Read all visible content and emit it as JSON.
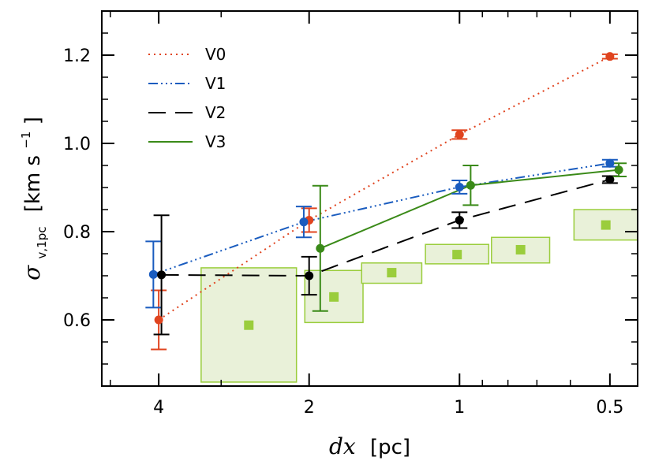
{
  "chart_data": {
    "type": "scatter",
    "x_scale": "log",
    "x_reversed": true,
    "xlabel": {
      "math": "dx",
      "unit": "[pc]"
    },
    "ylabel": {
      "symbol": "σ",
      "subscript": "v,1pc",
      "unit_open": "[km s",
      "unit_exp": "−1",
      "unit_close": "]"
    },
    "xlim": [
      5.2,
      0.44
    ],
    "ylim": [
      0.45,
      1.3
    ],
    "x_ticks": [
      4,
      2,
      1,
      0.5
    ],
    "x_tick_labels": [
      "4",
      "2",
      "1",
      "0.5"
    ],
    "y_ticks": [
      0.6,
      0.8,
      1.0,
      1.2
    ],
    "y_tick_labels": [
      "0.6",
      "0.8",
      "1.0",
      "1.2"
    ],
    "grid": false,
    "legend_position": "top-left",
    "series": [
      {
        "name": "V0",
        "color": "#e0441f",
        "dash": "2,5",
        "x": [
          4.0,
          2.0,
          1.0,
          0.5
        ],
        "y": [
          0.6,
          0.826,
          1.02,
          1.197
        ],
        "err": [
          0.067,
          0.027,
          0.01,
          0.005
        ]
      },
      {
        "name": "V1",
        "color": "#1a5cbf",
        "dash": "12,4,2,4,2,4,2,4",
        "x": [
          4.1,
          2.05,
          1.0,
          0.5
        ],
        "y": [
          0.703,
          0.822,
          0.901,
          0.955
        ],
        "err": [
          0.075,
          0.035,
          0.015,
          0.008
        ]
      },
      {
        "name": "V2",
        "color": "#000000",
        "dash": "22,12",
        "x": [
          3.95,
          2.0,
          1.0,
          0.5
        ],
        "y": [
          0.702,
          0.7,
          0.826,
          0.918
        ],
        "err": [
          0.135,
          0.043,
          0.018,
          0.008
        ]
      },
      {
        "name": "V3",
        "color": "#3a8a18",
        "dash": "",
        "x": [
          1.9,
          0.95,
          0.48
        ],
        "y": [
          0.762,
          0.905,
          0.94
        ],
        "err": [
          0.142,
          0.045,
          0.015
        ]
      }
    ],
    "boxes": {
      "color": "#9acd3c",
      "fill": "#e9f1d9",
      "items": [
        {
          "x0": 3.29,
          "x1": 2.12,
          "y0": 0.459,
          "y1": 0.718,
          "marker": 0.588
        },
        {
          "x0": 2.04,
          "x1": 1.56,
          "y0": 0.594,
          "y1": 0.712,
          "marker": 0.652
        },
        {
          "x0": 1.57,
          "x1": 1.19,
          "y0": 0.683,
          "y1": 0.729,
          "marker": 0.707
        },
        {
          "x0": 1.17,
          "x1": 0.874,
          "y0": 0.727,
          "y1": 0.771,
          "marker": 0.748
        },
        {
          "x0": 0.863,
          "x1": 0.66,
          "y0": 0.729,
          "y1": 0.787,
          "marker": 0.759
        },
        {
          "x0": 0.59,
          "x1": 0.44,
          "y0": 0.781,
          "y1": 0.85,
          "marker": 0.815
        }
      ]
    }
  }
}
